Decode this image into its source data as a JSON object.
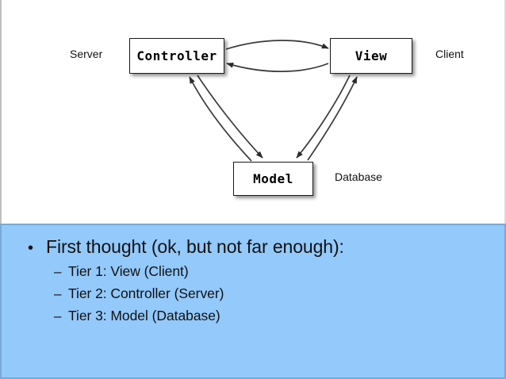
{
  "slide": {
    "diagram": {
      "nodes": [
        {
          "id": "controller",
          "label": "Controller"
        },
        {
          "id": "view",
          "label": "View"
        },
        {
          "id": "model",
          "label": "Model"
        }
      ],
      "side_labels": {
        "server": "Server",
        "client": "Client",
        "database": "Database"
      },
      "edges": [
        {
          "from": "controller",
          "to": "view",
          "style": "curved-arrow"
        },
        {
          "from": "view",
          "to": "controller",
          "style": "curved-arrow"
        },
        {
          "from": "controller",
          "to": "model",
          "style": "curved-arrow"
        },
        {
          "from": "model",
          "to": "controller",
          "style": "curved-arrow"
        },
        {
          "from": "view",
          "to": "model",
          "style": "curved-arrow"
        },
        {
          "from": "model",
          "to": "view",
          "style": "curved-arrow"
        }
      ]
    },
    "content": {
      "background_color": "#93c9fb",
      "bullets": [
        {
          "level": 1,
          "marker": "•",
          "text": "First thought (ok, but not far enough):"
        },
        {
          "level": 2,
          "marker": "–",
          "text": "Tier 1: View (Client)"
        },
        {
          "level": 2,
          "marker": "–",
          "text": "Tier 2: Controller (Server)"
        },
        {
          "level": 2,
          "marker": "–",
          "text": "Tier 3: Model (Database)"
        }
      ]
    }
  }
}
